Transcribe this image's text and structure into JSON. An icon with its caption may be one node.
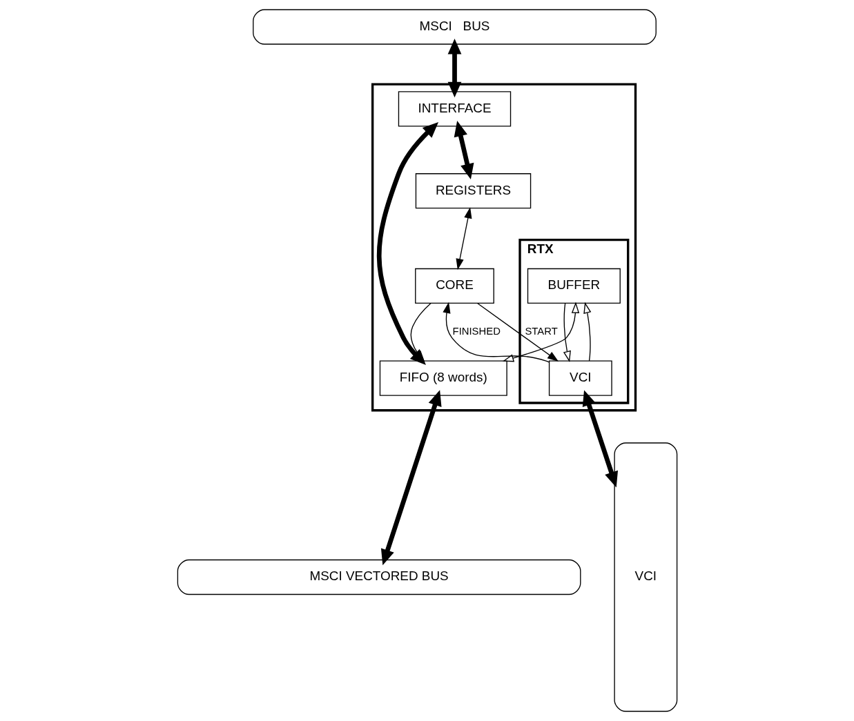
{
  "diagram": {
    "nodes": [
      {
        "text": [
          "MSCI   BUS"
        ]
      },
      {
        "text": [],
        "shape": "box"
      },
      {
        "text": [
          "INTERFACE"
        ],
        "in": 1
      },
      {
        "text": [
          "REGISTERS"
        ],
        "in": 1
      },
      {
        "text": [
          "CORE"
        ],
        "in": 1
      },
      {
        "text": [
          "FIFO (8 words)"
        ],
        "in": 1
      },
      {
        "text": [
          "RTX"
        ],
        "in": 1
      },
      {
        "text": [
          "BUFFER"
        ],
        "in": 6
      },
      {
        "text": [
          "VCI"
        ],
        "in": 6
      },
      {
        "text": [
          "MSCI VECTORED BUS"
        ]
      },
      {
        "text": [
          "VCI"
        ]
      }
    ],
    "edges": [
      {
        "from": 0,
        "to": 2,
        "arrow": "both",
        "style": "thick"
      },
      {
        "from": 2,
        "to": 3,
        "arrow": "both",
        "style": "thick"
      },
      {
        "from": 3,
        "to": 4,
        "arrow": "both"
      },
      {
        "from": 2,
        "to": 5,
        "arrow": "both",
        "style": "thick"
      },
      {
        "from": 4,
        "to": 8,
        "arrow": "to",
        "label": "START"
      },
      {
        "from": 8,
        "to": 4,
        "arrow": "to",
        "label": "FINISHED"
      },
      {
        "from": 4,
        "to": 5,
        "arrow": "to"
      },
      {
        "from": 5,
        "to": 7,
        "arrow": "both"
      },
      {
        "from": 7,
        "to": 8,
        "arrow": "to"
      },
      {
        "from": 8,
        "to": 7,
        "arrow": "to"
      },
      {
        "from": 8,
        "to": 10,
        "arrow": "both",
        "style": "thick"
      },
      {
        "from": 5,
        "to": 9,
        "arrow": "both",
        "style": "thick"
      }
    ]
  }
}
